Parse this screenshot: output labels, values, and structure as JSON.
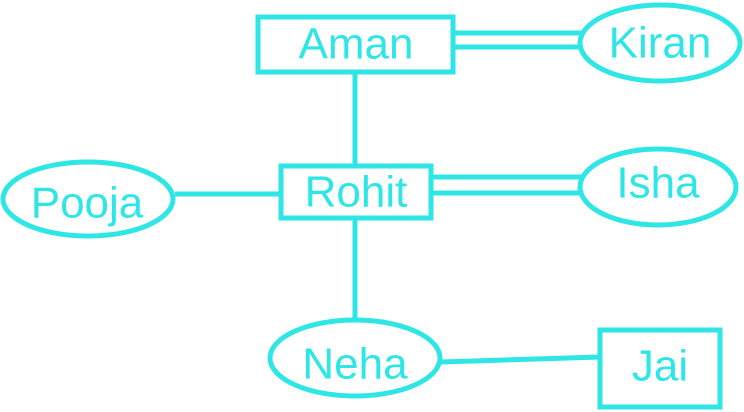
{
  "colors": {
    "stroke": "#2ee6e6",
    "text": "#2ee6e6",
    "background": "#ffffff"
  },
  "nodes": {
    "aman": {
      "label": "Aman",
      "shape": "rectangle"
    },
    "kiran": {
      "label": "Kiran",
      "shape": "ellipse"
    },
    "rohit": {
      "label": "Rohit",
      "shape": "rectangle"
    },
    "pooja": {
      "label": "Pooja",
      "shape": "ellipse"
    },
    "isha": {
      "label": "Isha",
      "shape": "ellipse"
    },
    "neha": {
      "label": "Neha",
      "shape": "ellipse"
    },
    "jai": {
      "label": "Jai",
      "shape": "rectangle"
    }
  },
  "edges": [
    {
      "from": "aman",
      "to": "kiran",
      "style": "double"
    },
    {
      "from": "aman",
      "to": "rohit",
      "style": "single"
    },
    {
      "from": "pooja",
      "to": "rohit",
      "style": "single"
    },
    {
      "from": "rohit",
      "to": "isha",
      "style": "double"
    },
    {
      "from": "rohit",
      "to": "neha",
      "style": "single"
    },
    {
      "from": "neha",
      "to": "jai",
      "style": "single"
    }
  ]
}
